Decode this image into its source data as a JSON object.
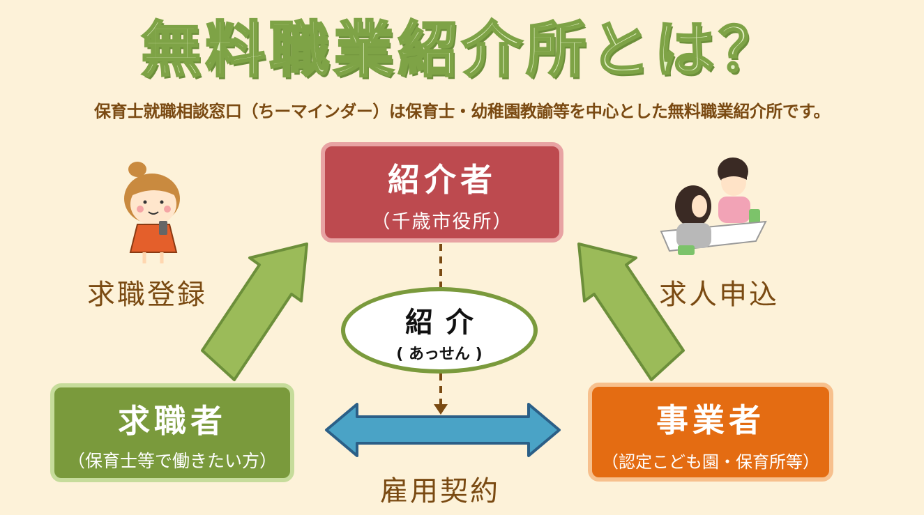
{
  "title": "無料職業紹介所とは？",
  "subtitle": "保育士就職相談窓口（ちーマインダー）は保育士・幼稚園教諭等を中心とした無料職業紹介所です。",
  "introducer": {
    "name": "紹介者",
    "detail": "（千歳市役所）"
  },
  "seeker": {
    "name": "求職者",
    "detail": "（保育士等で働きたい方）"
  },
  "employer": {
    "name": "事業者",
    "detail": "（認定こども園・保育所等）"
  },
  "mediation": {
    "name": "紹介",
    "detail": "( あっせん )"
  },
  "labels": {
    "register": "求職登録",
    "apply": "求人申込",
    "contract": "雇用契約"
  },
  "colors": {
    "background": "#fdf2d9",
    "introducer": "#bd4a4f",
    "seeker": "#7a9a3c",
    "employer": "#e46c12",
    "green_arrow": "#9bbb59",
    "blue_arrow": "#4aa3c6",
    "text_brown": "#7a4a12"
  },
  "illustrations": {
    "left": "woman-with-smartphone",
    "right": "two-women-consulting-at-table"
  }
}
